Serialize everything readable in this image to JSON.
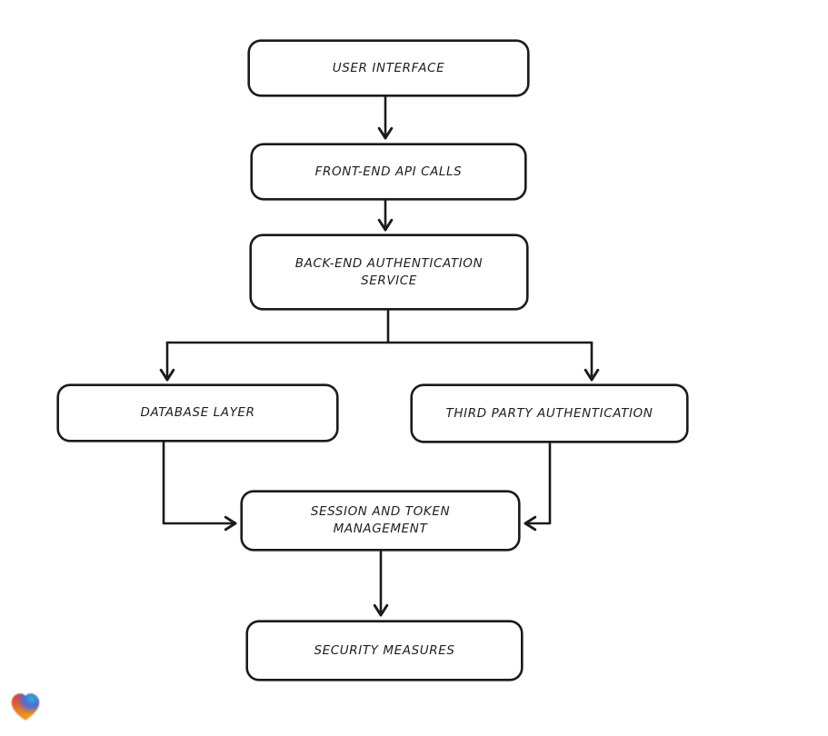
{
  "canvas": {
    "background_color": "#ffffff",
    "stroke_color": "#1b1b1b",
    "text_color": "#1f1f1f"
  },
  "nodes": [
    {
      "id": "user-interface",
      "lines": [
        "USER INTERFACE"
      ]
    },
    {
      "id": "front-end-api-calls",
      "lines": [
        "FRONT-END API CALLS"
      ]
    },
    {
      "id": "back-end-authentication-service",
      "lines": [
        "BACK-END AUTHENTICATION",
        "SERVICE"
      ]
    },
    {
      "id": "database-layer",
      "lines": [
        "DATABASE LAYER"
      ]
    },
    {
      "id": "third-party-authentication",
      "lines": [
        "THIRD PARTY AUTHENTICATION"
      ]
    },
    {
      "id": "session-and-token-management",
      "lines": [
        "SESSION AND TOKEN",
        "MANAGEMENT"
      ]
    },
    {
      "id": "security-measures",
      "lines": [
        "SECURITY MEASURES"
      ]
    }
  ],
  "edges": [
    {
      "from": "user-interface",
      "to": "front-end-api-calls"
    },
    {
      "from": "front-end-api-calls",
      "to": "back-end-authentication-service"
    },
    {
      "from": "back-end-authentication-service",
      "to": "database-layer"
    },
    {
      "from": "back-end-authentication-service",
      "to": "third-party-authentication"
    },
    {
      "from": "database-layer",
      "to": "session-and-token-management"
    },
    {
      "from": "third-party-authentication",
      "to": "session-and-token-management"
    },
    {
      "from": "session-and-token-management",
      "to": "security-measures"
    }
  ],
  "logo": {
    "name": "heart-logo",
    "colors": [
      "#e02d28",
      "#ef7c1f",
      "#f6a41c",
      "#2ab5c8",
      "#4e6ad8"
    ]
  }
}
